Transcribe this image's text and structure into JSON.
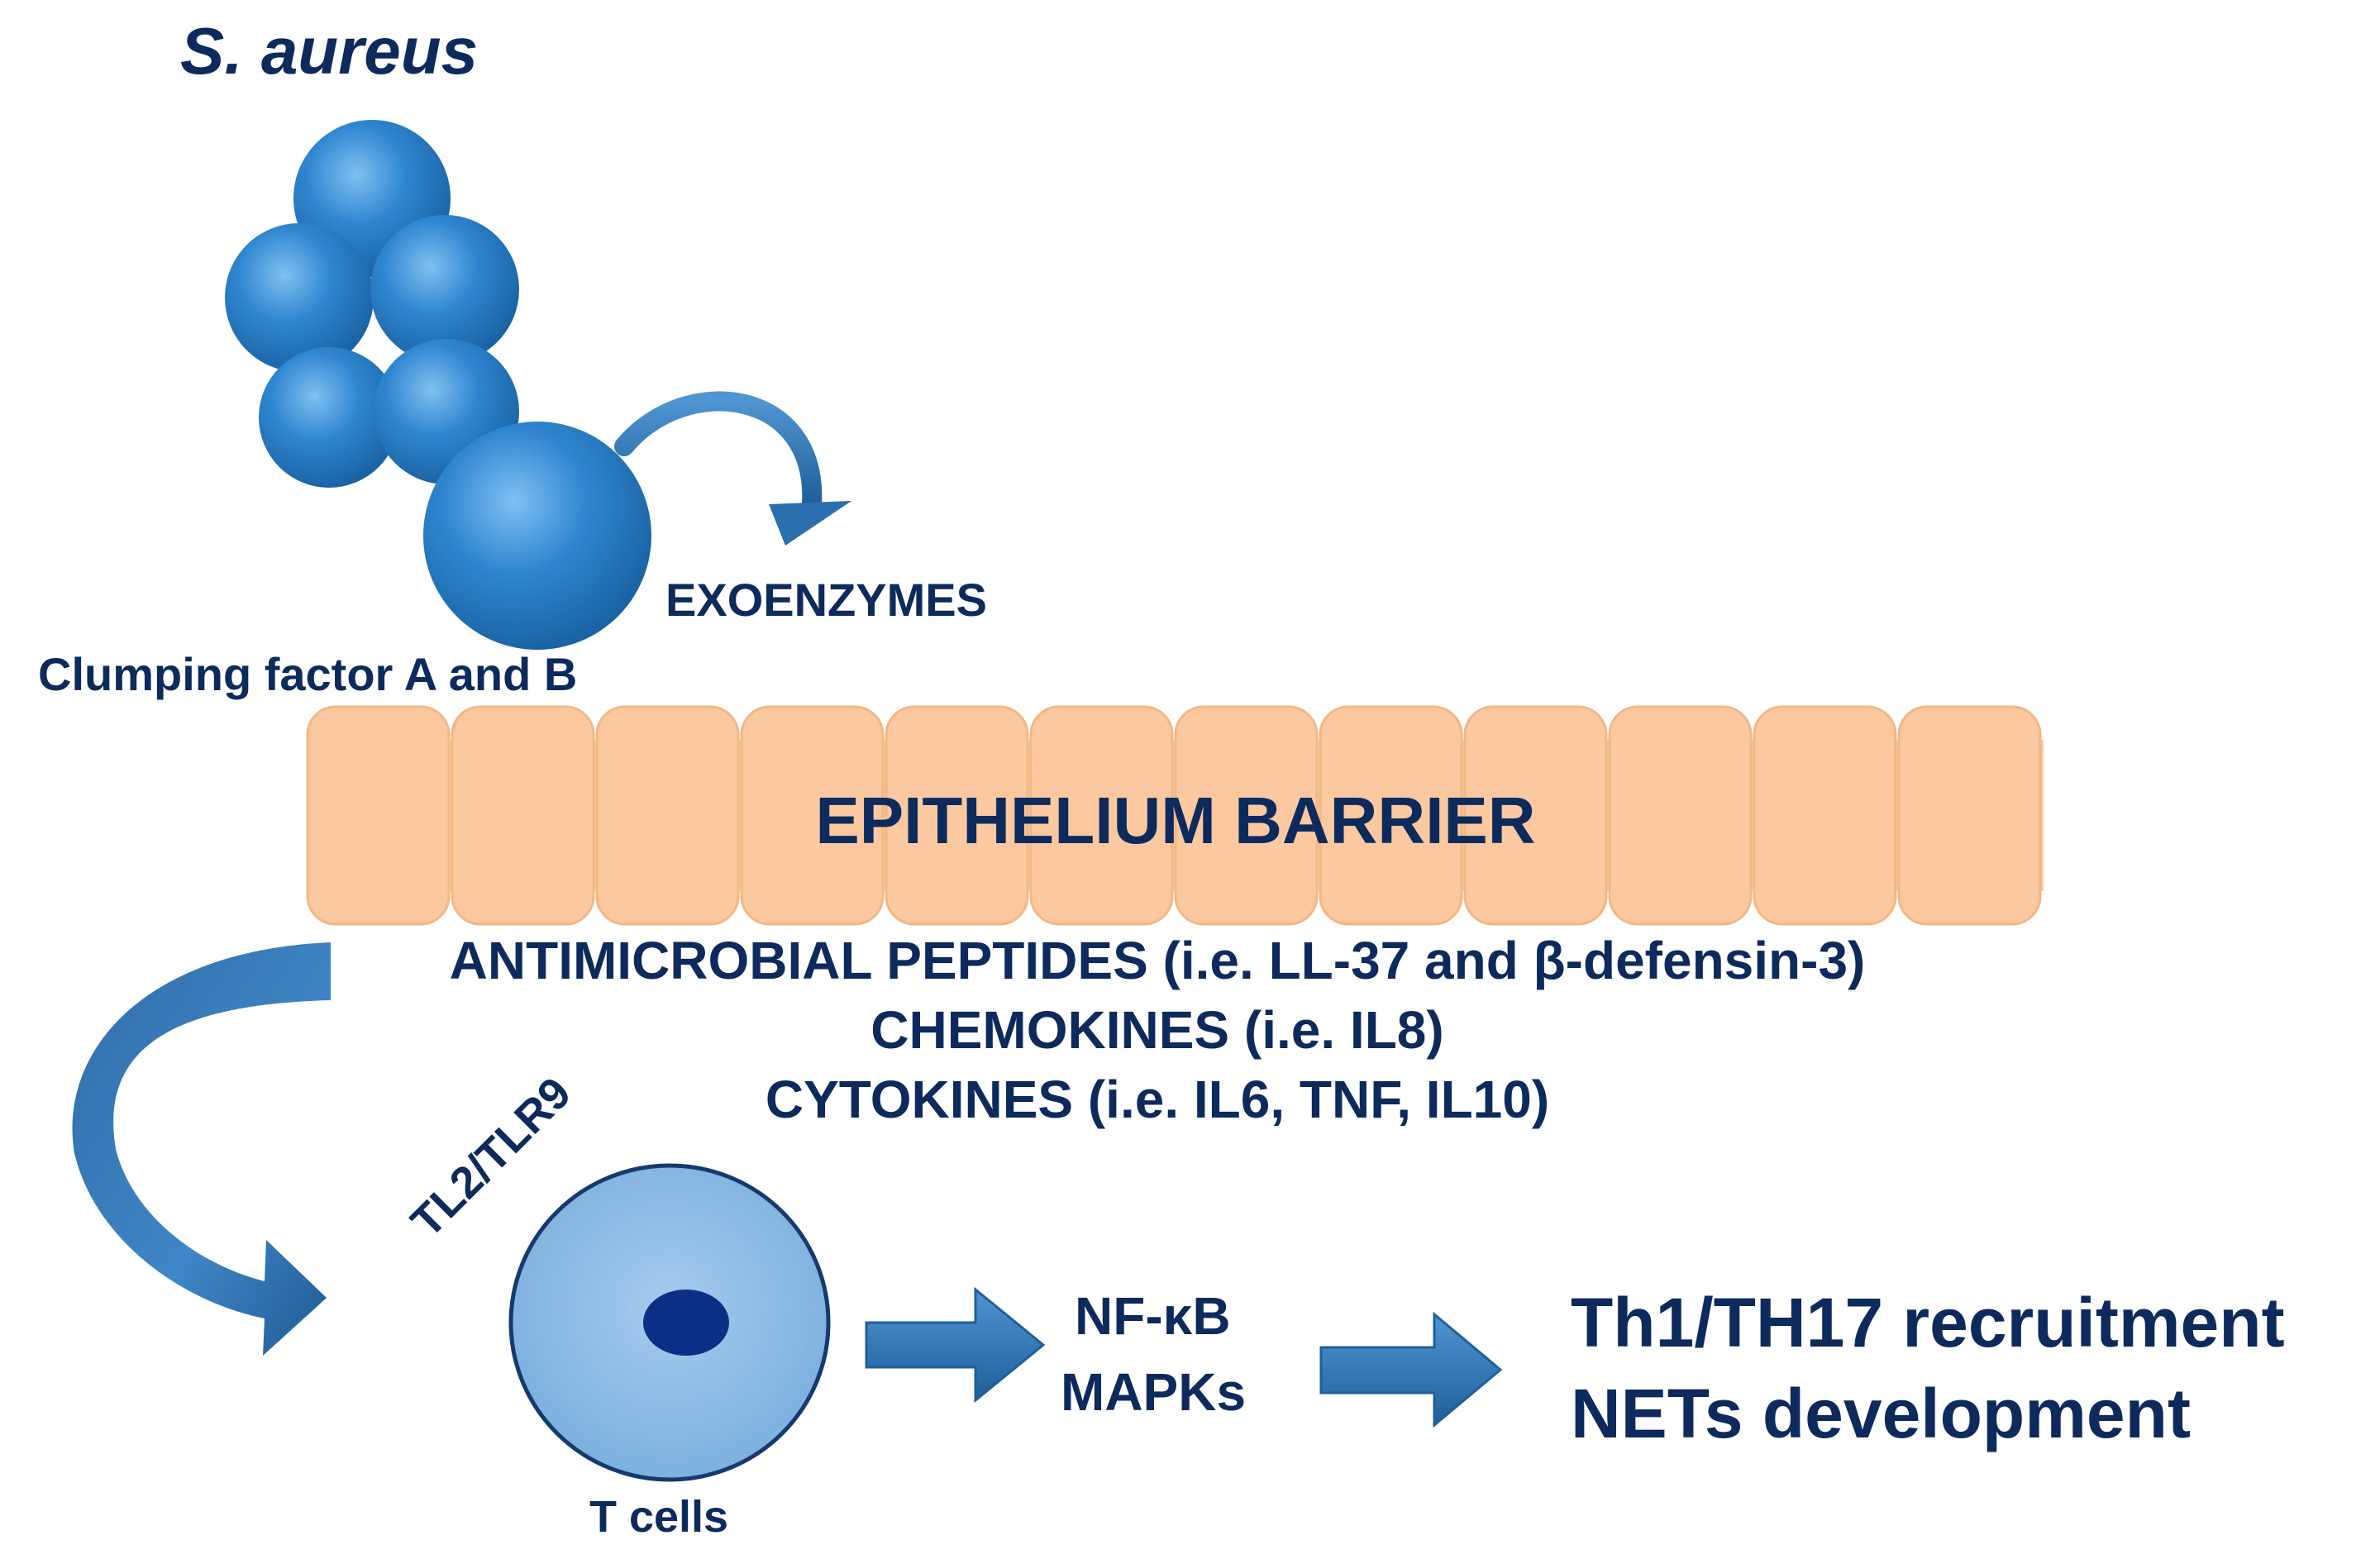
{
  "title": "S. aureus",
  "labels": {
    "clumping_factor": "Clumping factor  A and B",
    "exoenzymes": "EXOENZYMES",
    "barrier": "EPITHELIUM BARRIER",
    "receptor": "TL2/TLR9",
    "cell": "T cells",
    "signaling_1": "NF-κB",
    "signaling_2": "MAPKs",
    "outcome_1": "Th1/TH17 recruitment",
    "outcome_2": "NETs development"
  },
  "mediators": {
    "line1_name": "ANTIMICROBIAL PEPTIDES",
    "line1_example": "(i.e. LL-37 and β-defensin-3)",
    "line2_name": "CHEMOKINES",
    "line2_example": "(i.e. IL8)",
    "line3_name": "CYTOKINES",
    "line3_example": "(i.e. IL6, TNF, IL10)"
  },
  "colors": {
    "text": "#0d2a5c",
    "bacteria": "#2f86cf",
    "barrier": "#fbc89f",
    "cell": "#8db9e3",
    "nucleus": "#0b2f86",
    "arrow": "#2a6fae"
  },
  "barrier_cells": 12
}
